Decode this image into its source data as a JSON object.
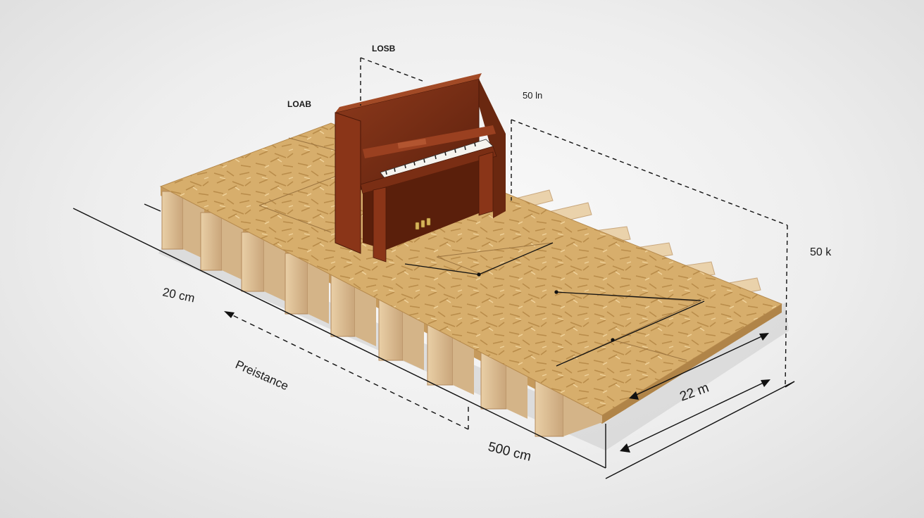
{
  "labels": {
    "losb": "LOSB",
    "loab": "LOAB",
    "top_dimension": "50 ln",
    "height_dimension": "50 k",
    "left_dimension": "20 cm",
    "side_caption": "Preistance",
    "length_dimension": "500 cm",
    "width_dimension": "22 m"
  },
  "colors": {
    "osb_surface": "#d9b273",
    "joist_wood": "#e6c9a0",
    "piano_body": "#7a2e14",
    "dimension_lines": "#111111",
    "background": "#efefef"
  },
  "objects": {
    "main_item": "upright-piano",
    "platform": "osb-deck-on-timber-joists"
  }
}
